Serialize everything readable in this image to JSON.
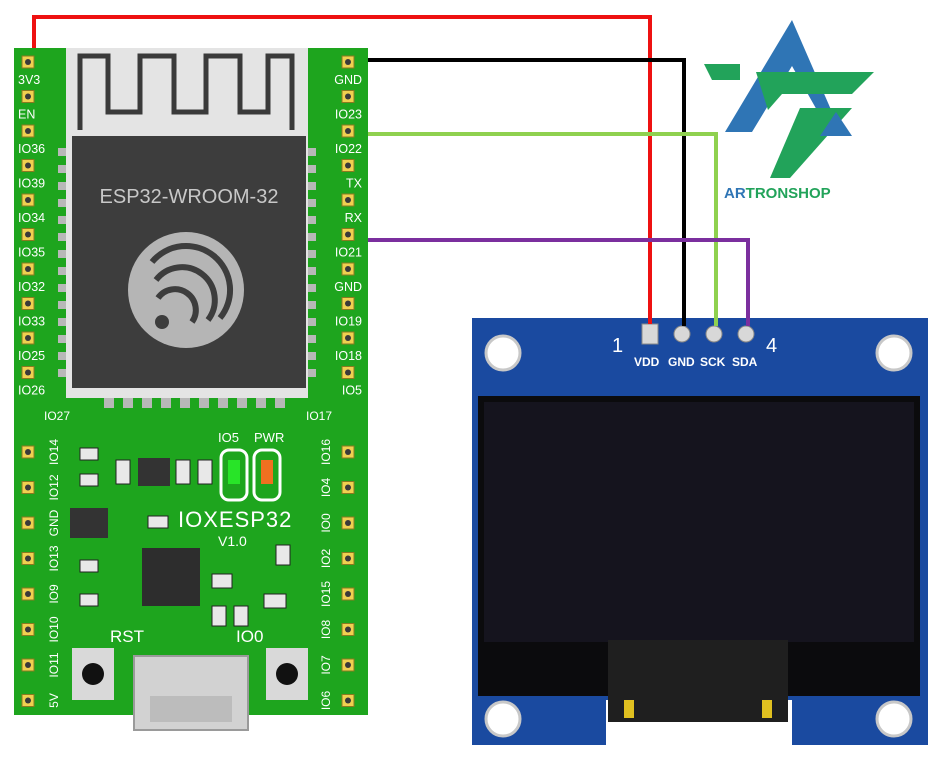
{
  "board": {
    "module_label": "ESP32-WROOM-32",
    "name": "IOXESP32",
    "version": "V1.0",
    "left_pins": [
      "3V3",
      "EN",
      "IO36",
      "IO39",
      "IO34",
      "IO35",
      "IO32",
      "IO33",
      "IO25",
      "IO26"
    ],
    "right_pins": [
      "GND",
      "IO23",
      "IO22",
      "TX",
      "RX",
      "IO21",
      "GND",
      "IO19",
      "IO18",
      "IO5"
    ],
    "left_side_pins": [
      "IO14",
      "IO12",
      "GND",
      "IO13",
      "IO9",
      "IO10",
      "IO11",
      "5V"
    ],
    "right_side_pins": [
      "IO16",
      "IO4",
      "IO0",
      "IO2",
      "IO15",
      "IO8",
      "IO7",
      "IO6"
    ],
    "io27_label": "IO27",
    "io17_label": "IO17",
    "led_io5_label": "IO5",
    "led_pwr_label": "PWR",
    "rst_label": "RST",
    "io0_label": "IO0",
    "colors": {
      "pcb": "#1ea51e",
      "module": "#3d3d3d",
      "silk": "#ffffff"
    }
  },
  "oled": {
    "pin_number_left": "1",
    "pin_number_right": "4",
    "pins": [
      "VDD",
      "GND",
      "SCK",
      "SDA"
    ],
    "colors": {
      "pcb": "#1a4aa0",
      "screen": "#15141e"
    }
  },
  "wires": [
    {
      "from": "3V3",
      "to": "VDD",
      "color": "#ee1111"
    },
    {
      "from": "GND",
      "to": "GND",
      "color": "#000000"
    },
    {
      "from": "IO22",
      "to": "SCK",
      "color": "#8fd14f"
    },
    {
      "from": "IO21",
      "to": "SDA",
      "color": "#7b2f9e"
    }
  ],
  "logo": {
    "text_part1": "AR",
    "text_part2": "TRON",
    "text_part3": "SHOP",
    "colors": {
      "blue": "#2f75b5",
      "green": "#22a35a"
    }
  }
}
